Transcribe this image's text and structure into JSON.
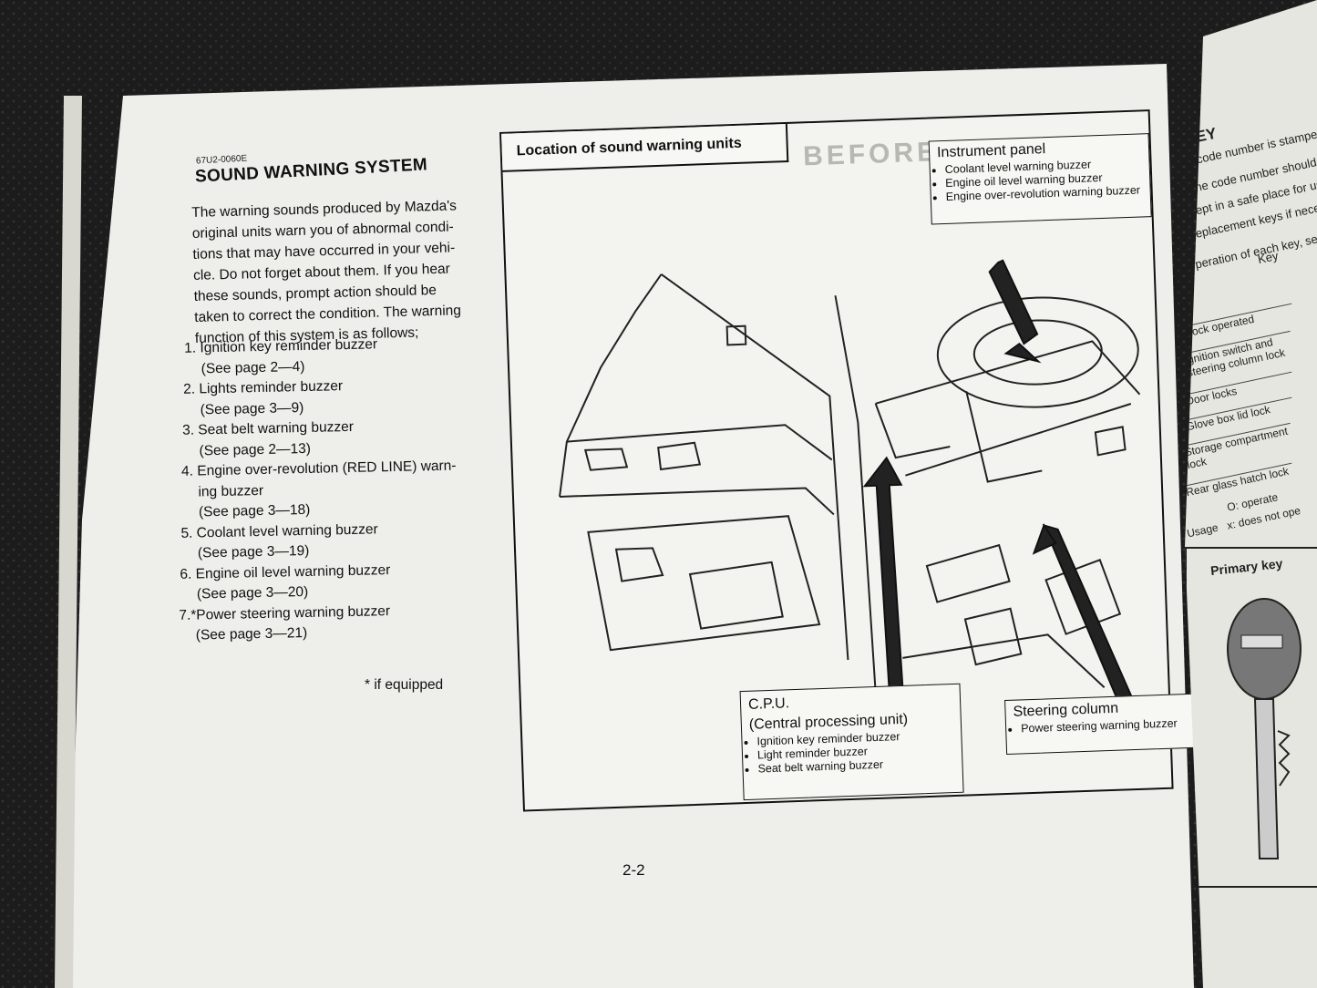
{
  "left_page": {
    "code": "67U2-0060E",
    "title": "SOUND WARNING SYSTEM",
    "intro_lines": [
      "The warning sounds produced by Mazda's",
      "original units warn you of abnormal condi-",
      "tions that may have occurred in your vehi-",
      "cle. Do not forget about them. If you hear",
      "these sounds, prompt action should be",
      "taken to correct the condition. The warning",
      "function of this system is as follows;"
    ],
    "items": [
      {
        "label": "1. Ignition key reminder buzzer",
        "see": "(See page 2—4)"
      },
      {
        "label": "2. Lights reminder buzzer",
        "see": "(See page 3—9)"
      },
      {
        "label": "3. Seat belt warning buzzer",
        "see": "(See page 2—13)"
      },
      {
        "label": "4. Engine over-revolution (RED LINE) warn-",
        "label2": "ing buzzer",
        "see": "(See page 3—18)"
      },
      {
        "label": "5. Coolant level warning buzzer",
        "see": "(See page 3—19)"
      },
      {
        "label": "6. Engine oil level warning buzzer",
        "see": "(See page 3—20)"
      },
      {
        "label": "7.*Power steering warning buzzer",
        "see": "(See page 3—21)"
      }
    ],
    "footnote": "* if equipped"
  },
  "diagram": {
    "title": "Location of sound warning units",
    "instrument_panel": {
      "title": "Instrument panel",
      "bullets": [
        "Coolant level warning buzzer",
        "Engine oil level warning buzzer",
        "Engine over-revolution warning buzzer"
      ]
    },
    "cpu": {
      "title1": "C.P.U.",
      "title2": "(Central processing unit)",
      "bullets": [
        "Ignition key reminder buzzer",
        "Light reminder buzzer",
        "Seat belt warning buzzer"
      ]
    },
    "steering": {
      "title": "Steering column",
      "bullets": [
        "Power steering warning buzzer"
      ]
    }
  },
  "page_number": "2-2",
  "right_page": {
    "line1": "A code number is stamped",
    "line2": "The code number should be",
    "line3": "kept in a safe place for us",
    "line4": "replacement keys if necess",
    "key_heading": "KEY",
    "table_header1": "Operation of each key, se",
    "table_header2": "Key",
    "rows": [
      "Lock operated",
      "Ignition switch and steering column lock",
      "Door locks",
      "Glove box lid lock",
      "Storage compartment lock",
      "Rear glass hatch lock"
    ],
    "usage_label": "Usage",
    "usage1": "O: operate",
    "usage2": "x: does not ope",
    "primary_key": "Primary key"
  },
  "colors": {
    "paper": "#eeeeea",
    "ink": "#111111",
    "background": "#1c1c1c"
  }
}
